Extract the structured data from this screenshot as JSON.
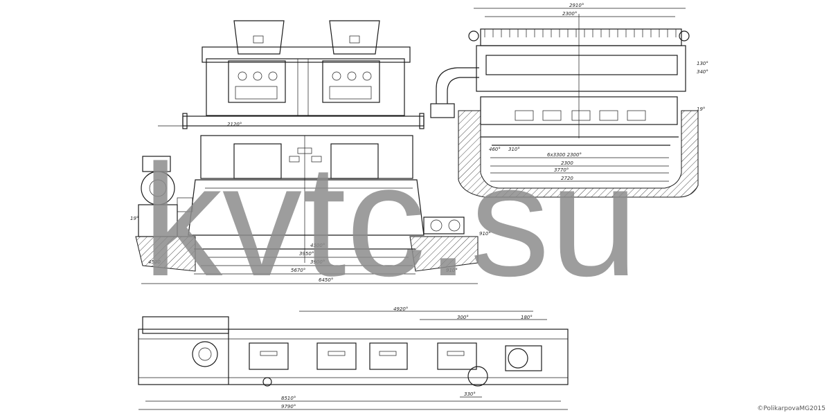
{
  "watermark": {
    "text": "kvtc.su"
  },
  "copyright": {
    "text": "©PolikarpovaMG2015"
  },
  "dimensions": {
    "side_view": {
      "top_width": "2120°",
      "inner_4500": "4500°",
      "w_3950": "3950°",
      "w_3900": "3900°",
      "w_5670": "5670°",
      "w_6450": "6450°",
      "left_4500": "4500",
      "right_910": "910°",
      "height_910": "910°",
      "left_height": "19°"
    },
    "end_view": {
      "top_width": "2910°",
      "inner_width": "2300°",
      "span_1": "6x3300 2300°",
      "span_2": "2300",
      "span_3": "3770°",
      "span_4": "2720",
      "left_1": "460°",
      "left_2": "310°",
      "right_h1": "130°",
      "right_h2": "340°",
      "right_h3": "19°"
    },
    "plan_view": {
      "top_1": "4920°",
      "top_2": "300°",
      "top_3": "180°",
      "bottom_1": "8510°",
      "bottom_2": "9790°",
      "small": "330°"
    }
  }
}
